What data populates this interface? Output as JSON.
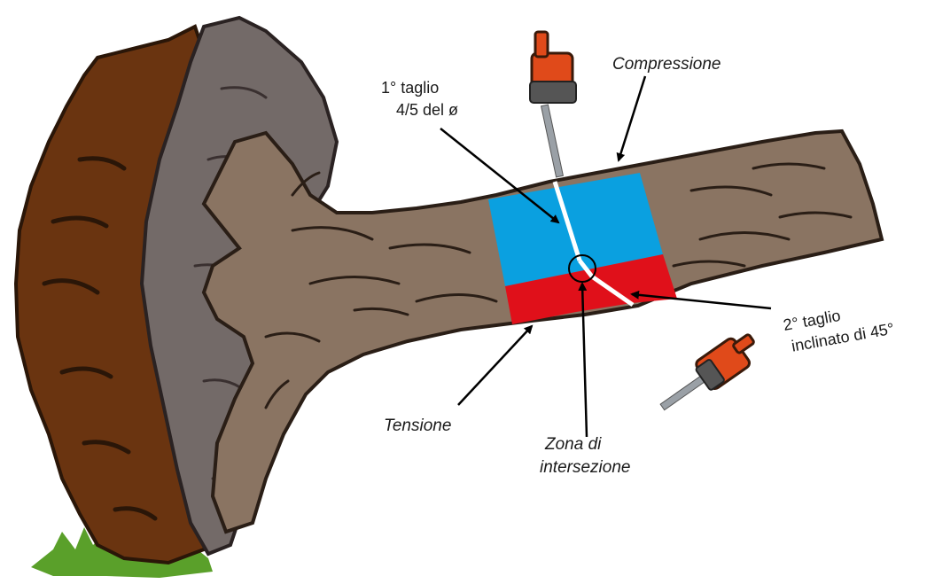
{
  "labels": {
    "first_cut_line1": "1° taglio",
    "first_cut_line2": "4/5 del ø",
    "compression": "Compressione",
    "second_cut_line1": "2° taglio",
    "second_cut_line2": "inclinato di 45°",
    "tension": "Tensione",
    "zone_line1": "Zona di",
    "zone_line2": "intersezione"
  },
  "colors": {
    "compression_zone": "#0aa0e0",
    "tension_zone": "#e0101a",
    "trunk": "#8a7462",
    "root_ball_back": "#6a3410",
    "root_ball_mid": "#736a68",
    "chainsaw_body": "#e04a1a",
    "grass": "#5aa02a"
  },
  "icons": [
    "chainsaw-icon",
    "chainsaw-icon"
  ]
}
